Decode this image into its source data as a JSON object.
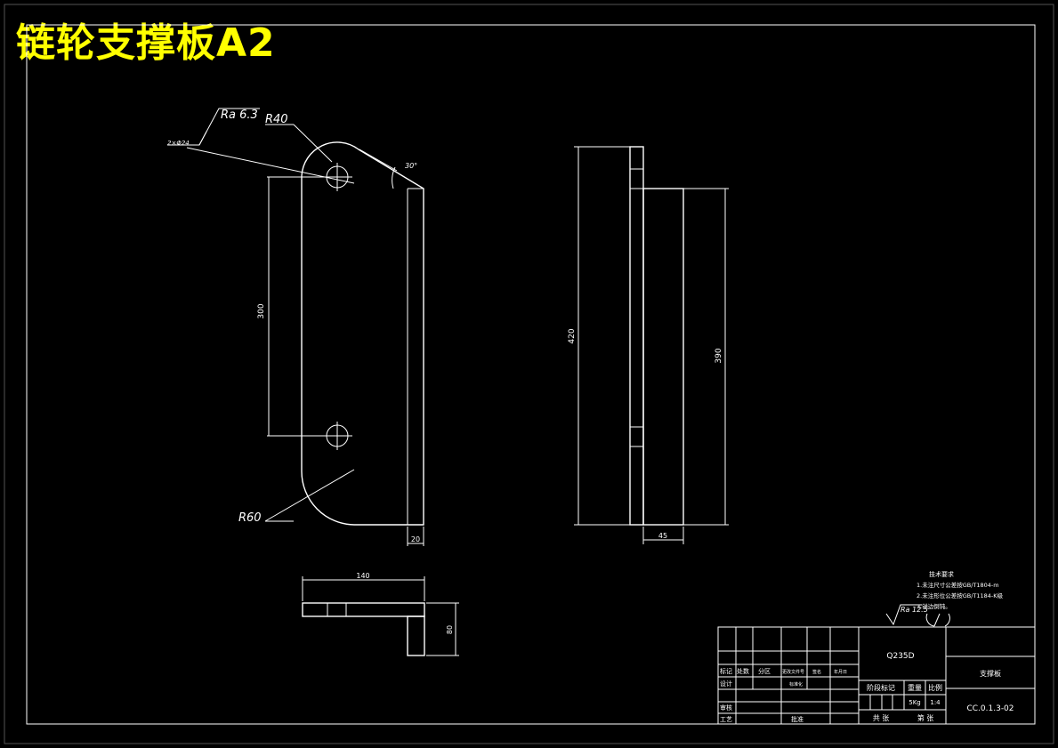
{
  "title": "链轮支撑板A2",
  "dims": {
    "roughness_top": "Ra 6.3",
    "hole_callout": "2×Φ24",
    "r40": "R40",
    "angle": "30°",
    "r60": "R60",
    "hole_spacing": "300",
    "thickness": "20",
    "side_height": "420",
    "side_inner_height": "390",
    "side_width": "45",
    "top_width": "140",
    "top_depth": "80"
  },
  "tech_req": {
    "heading": "技术要求",
    "line1": "1.未注尺寸公差按GB/T1804-m",
    "line2": "2.未注形位公差按GB/T1184-K级",
    "line3": "3.锐边倒钝。"
  },
  "roughness_general": "Ra 12.5",
  "title_block": {
    "material": "Q235D",
    "part_name": "支撑板",
    "drawing_no": "CC.0.1.3-02",
    "mark": "标记",
    "count": "处数",
    "zone": "分区",
    "change_doc": "更改文件号",
    "sign": "签名",
    "date": "年月日",
    "design": "设计",
    "std": "标准化",
    "review": "审核",
    "process": "工艺",
    "approve": "批准",
    "stage": "阶段标记",
    "weight_lbl": "重量",
    "scale_lbl": "比例",
    "weight": "5Kg",
    "scale": "1:4",
    "sheets_total": "共  张",
    "sheet_no": "第  张"
  }
}
